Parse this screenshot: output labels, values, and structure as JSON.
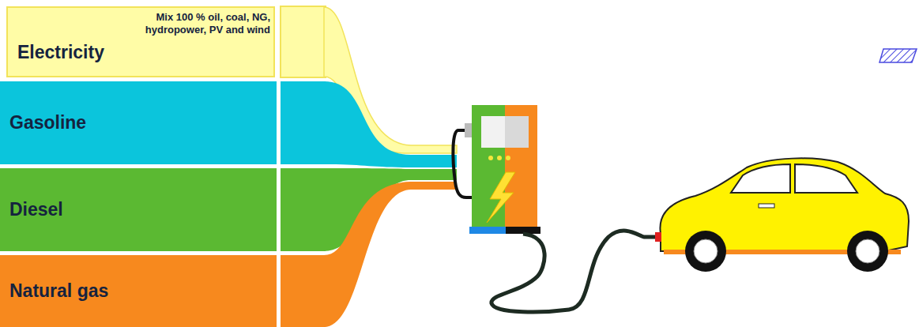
{
  "diagram": {
    "nodes": [
      {
        "text": [
          "Electricity",
          "Mix 100 % oil, coal, NG, hydropower, PV and wind"
        ]
      },
      {
        "text": [
          "Gasoline"
        ]
      },
      {
        "text": [
          "Diesel"
        ]
      },
      {
        "text": [
          "Natural gas"
        ]
      }
    ]
  }
}
